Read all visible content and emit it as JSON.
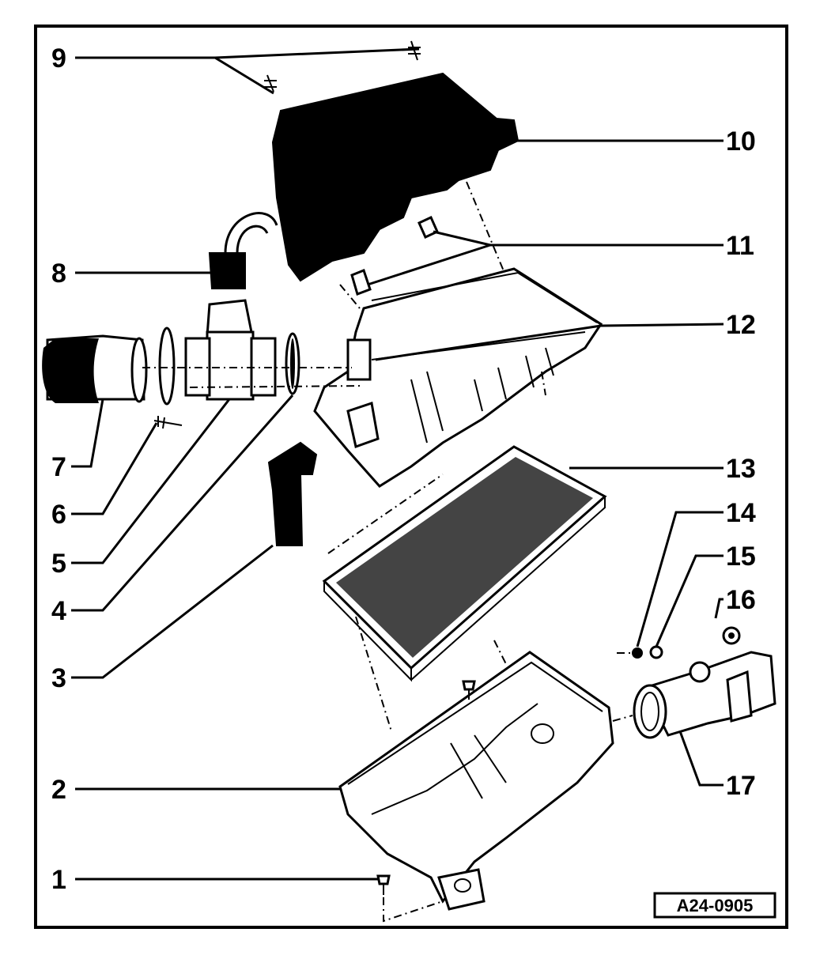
{
  "callouts": {
    "c1": "1",
    "c2": "2",
    "c3": "3",
    "c4": "4",
    "c5": "5",
    "c6": "6",
    "c7": "7",
    "c8": "8",
    "c9": "9",
    "c10": "10",
    "c11": "11",
    "c12": "12",
    "c13": "13",
    "c14": "14",
    "c15": "15",
    "c16": "16",
    "c17": "17"
  },
  "reference_code": "A24-0905"
}
